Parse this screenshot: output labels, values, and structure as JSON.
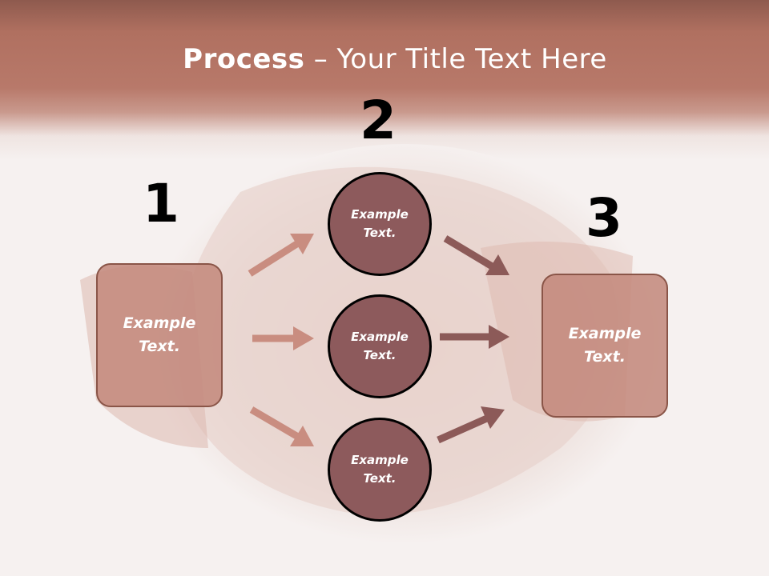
{
  "title": {
    "bold": "Process",
    "separator": " – ",
    "rest": "Your Title Text Here"
  },
  "steps": [
    {
      "number": "1",
      "text": "Example\nText."
    },
    {
      "number": "2",
      "circles": [
        "Example\nText.",
        "Example\nText.",
        "Example\nText."
      ]
    },
    {
      "number": "3",
      "text": "Example\nText."
    }
  ],
  "colors": {
    "banner": "#b8796a",
    "box_fill": "#c48a7d",
    "circle_fill": "#8d5a5c",
    "arrow_light": "#c98d80",
    "arrow_dark": "#8c5a58"
  }
}
